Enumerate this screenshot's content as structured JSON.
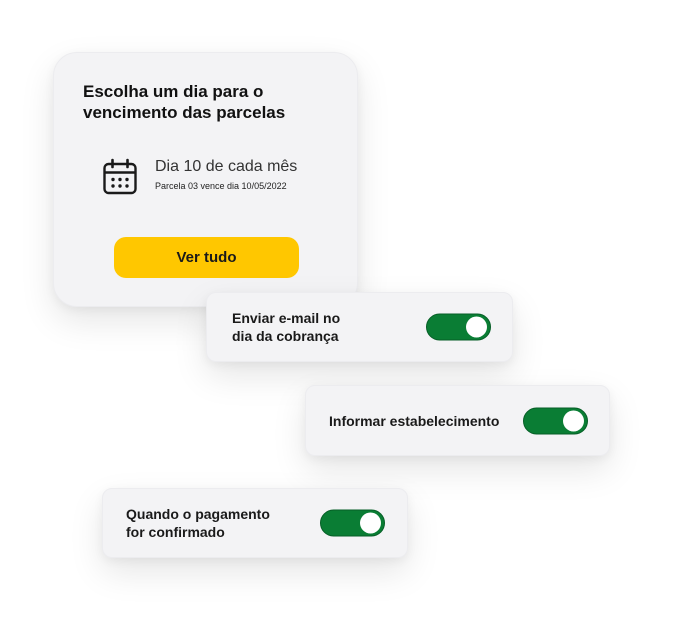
{
  "installments_card": {
    "title_line1": "Escolha um dia para o",
    "title_line2": "vencimento das parcelas",
    "icon": "calendar-icon",
    "due_day": "Dia 10 de cada mês",
    "next_due": "Parcela 03 vence dia 10/05/2022",
    "cta_label": "Ver tudo",
    "cta_color": "#ffc700"
  },
  "toggles": [
    {
      "line1": "Enviar e-mail no",
      "line2": "dia da cobrança",
      "on": true
    },
    {
      "line1": "Informar estabelecimento",
      "line2": "",
      "on": true
    },
    {
      "line1": "Quando o pagamento",
      "line2": "for confirmado",
      "on": true
    }
  ],
  "colors": {
    "toggle_on": "#0a7d34",
    "card_bg": "#f3f3f5",
    "accent": "#ffc700"
  }
}
